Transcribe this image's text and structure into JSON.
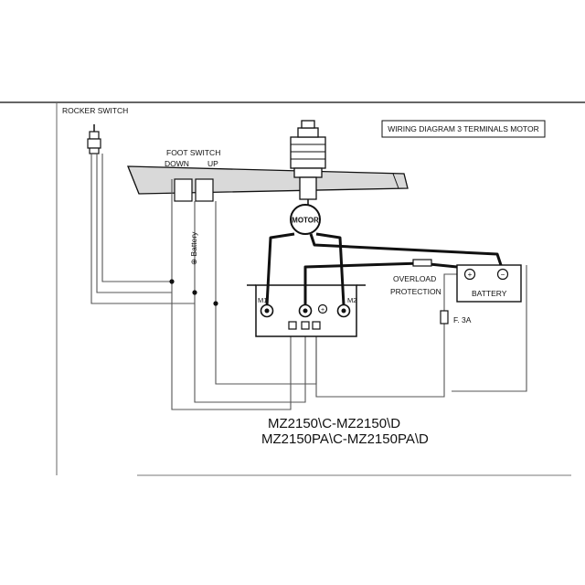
{
  "title_box": "WIRING DIAGRAM 3 TERMINALS MOTOR",
  "labels": {
    "rocker_switch": "ROCKER  SWITCH",
    "foot_switch": "FOOT  SWITCH",
    "down": "DOWN",
    "up": "UP",
    "battery_vertical": "⊕ Battery",
    "motor": "MOTOR",
    "overload_line1": "OVERLOAD",
    "overload_line2": "PROTECTION",
    "battery": "BATTERY",
    "battery_plus": "+",
    "battery_minus": "−",
    "fuse": "F. 3A",
    "m1": "M1",
    "m2": "M2",
    "center_terminal": "+"
  },
  "models": {
    "line1": "MZ2150\\C-MZ2150\\D",
    "line2": "MZ2150PA\\C-MZ2150PA\\D"
  },
  "colors": {
    "ink": "#111111",
    "thin_wire": "#555555",
    "deck_fill": "#d9d9d9",
    "paper": "#ffffff"
  }
}
